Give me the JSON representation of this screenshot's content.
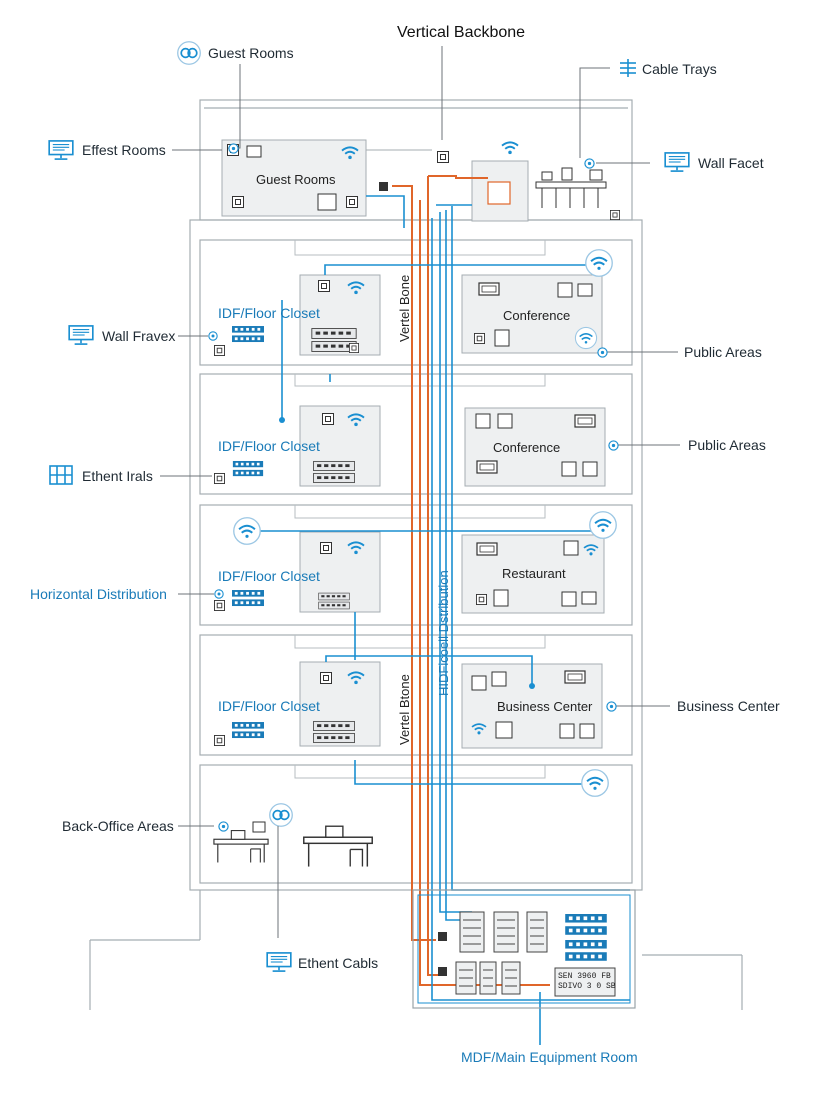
{
  "diagram": {
    "title": "Vertical Backbone",
    "callouts": {
      "guest_rooms_top": "Guest Rooms",
      "cable_trays": "Cable Trays",
      "effest_rooms": "Effest Rooms",
      "wall_facet": "Wall Facet",
      "wall_fravex": "Wall Fravex",
      "public_areas_1": "Public Areas",
      "public_areas_2": "Public Areas",
      "ethent_trais": "Ethent Irals",
      "horizontal_distribution": "Horizontal Distribution",
      "business_center_callout": "Business Center",
      "back_office": "Back-Office Areas",
      "ethent_cabls": "Ethent Cabls",
      "mdf": "MDF/Main Equipment Room"
    },
    "rooms": {
      "guest_rooms_box": "Guest Rooms",
      "conference_1": "Conference",
      "conference_2": "Conference",
      "restaurant": "Restaurant",
      "business_center": "Business Center"
    },
    "closets": [
      "IDF/Floor Closet",
      "IDF/Floor Closet",
      "IDF/Floor Closet",
      "IDF/Floor Closet"
    ],
    "vertical_labels": {
      "verteil_bone": "Vertel Bone",
      "verteil_btone": "Vertel Btone",
      "hidf_distribution": "HIDFicoell Dstribution"
    },
    "mdf_panel_text": [
      "SEN 3960 FB",
      "SDIVO 3 0 SB"
    ],
    "colors": {
      "accent_blue": "#1a8fd1",
      "backbone_orange": "#e0662a",
      "line_gray": "#9aa3a8",
      "panel_gray": "#eef0f1"
    }
  }
}
